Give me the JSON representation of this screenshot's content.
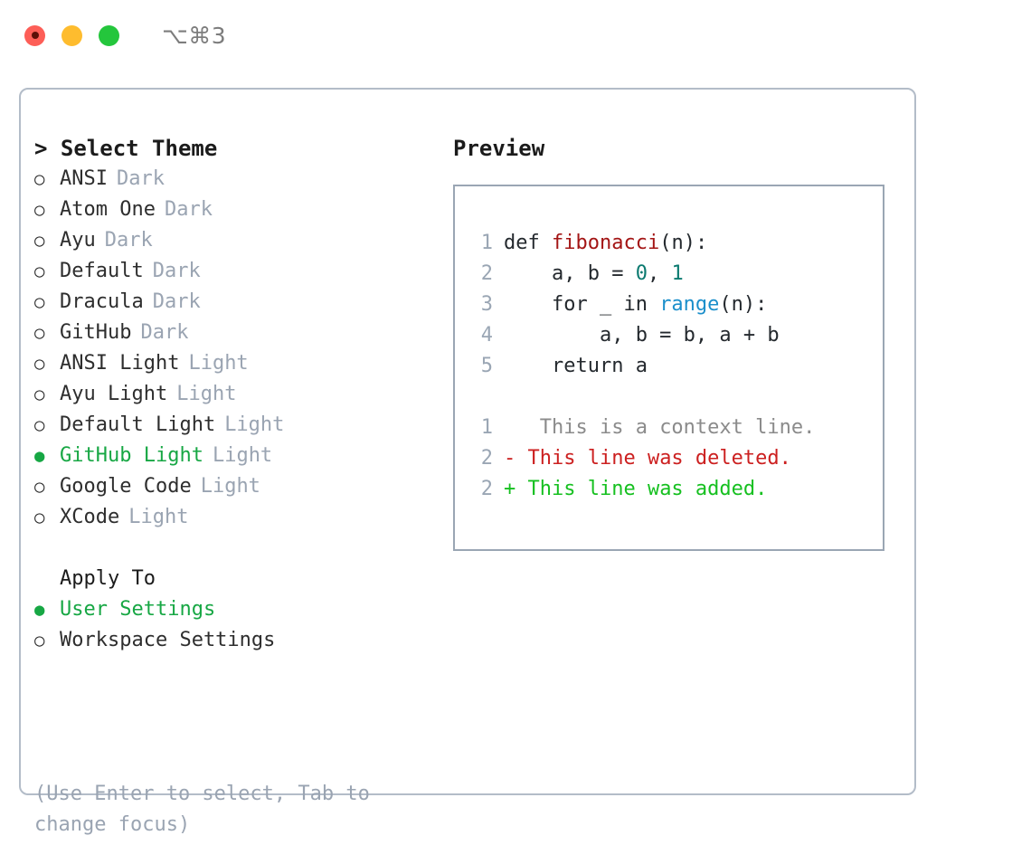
{
  "window": {
    "traffic_lights": [
      {
        "name": "close",
        "color": "#fd5e57"
      },
      {
        "name": "minimize",
        "color": "#febc2e"
      },
      {
        "name": "zoom",
        "color": "#24c63c"
      }
    ],
    "shortcut": "⌥⌘3"
  },
  "colors": {
    "accent_green": "#17a744",
    "muted": "#9aa4b2",
    "text": "#2e2e2e",
    "border": "#b3bcc8",
    "preview_border": "#9aa6b4",
    "diff_add": "#16c020",
    "diff_del": "#cc2020",
    "diff_ctx": "#8b8b8b",
    "syntax_function": "#a31515",
    "syntax_number": "#0b7a70",
    "syntax_call": "#1b8fcb"
  },
  "theme_list": {
    "title": "> Select Theme",
    "selected_index": 9,
    "items": [
      {
        "marker": "○",
        "name": "ANSI",
        "variant": "Dark",
        "selected": false
      },
      {
        "marker": "○",
        "name": "Atom One",
        "variant": "Dark",
        "selected": false
      },
      {
        "marker": "○",
        "name": "Ayu",
        "variant": "Dark",
        "selected": false
      },
      {
        "marker": "○",
        "name": "Default",
        "variant": "Dark",
        "selected": false
      },
      {
        "marker": "○",
        "name": "Dracula",
        "variant": "Dark",
        "selected": false
      },
      {
        "marker": "○",
        "name": "GitHub",
        "variant": "Dark",
        "selected": false
      },
      {
        "marker": "○",
        "name": "ANSI Light",
        "variant": "Light",
        "selected": false
      },
      {
        "marker": "○",
        "name": "Ayu Light",
        "variant": "Light",
        "selected": false
      },
      {
        "marker": "○",
        "name": "Default Light",
        "variant": "Light",
        "selected": false
      },
      {
        "marker": "●",
        "name": "GitHub Light",
        "variant": "Light",
        "selected": true
      },
      {
        "marker": "○",
        "name": "Google Code",
        "variant": "Light",
        "selected": false
      },
      {
        "marker": "○",
        "name": "XCode",
        "variant": "Light",
        "selected": false
      }
    ]
  },
  "apply_to": {
    "title": "Apply To",
    "items": [
      {
        "marker": "●",
        "name": "User Settings",
        "selected": true
      },
      {
        "marker": "○",
        "name": "Workspace Settings",
        "selected": false
      }
    ]
  },
  "hint": "(Use Enter to select, Tab to change focus)",
  "preview": {
    "heading": "Preview",
    "code_lines": [
      {
        "no": "1",
        "tokens": [
          {
            "t": "def ",
            "c": "plain"
          },
          {
            "t": "fibonacci",
            "c": "fn"
          },
          {
            "t": "(n):",
            "c": "plain"
          }
        ]
      },
      {
        "no": "2",
        "tokens": [
          {
            "t": "    a, b = ",
            "c": "plain"
          },
          {
            "t": "0",
            "c": "num"
          },
          {
            "t": ", ",
            "c": "plain"
          },
          {
            "t": "1",
            "c": "num"
          }
        ]
      },
      {
        "no": "3",
        "tokens": [
          {
            "t": "    for _ in ",
            "c": "plain"
          },
          {
            "t": "range",
            "c": "call"
          },
          {
            "t": "(n):",
            "c": "plain"
          }
        ]
      },
      {
        "no": "4",
        "tokens": [
          {
            "t": "        a, b = b, a + b",
            "c": "plain"
          }
        ]
      },
      {
        "no": "5",
        "tokens": [
          {
            "t": "    return a",
            "c": "plain"
          }
        ]
      }
    ],
    "diff_lines": [
      {
        "no": "1",
        "sign": " ",
        "text": "  This is a context line.",
        "kind": "ctx"
      },
      {
        "no": "2",
        "sign": "-",
        "text": " This line was deleted.",
        "kind": "del"
      },
      {
        "no": "2",
        "sign": "+",
        "text": " This line was added.",
        "kind": "add"
      }
    ]
  }
}
